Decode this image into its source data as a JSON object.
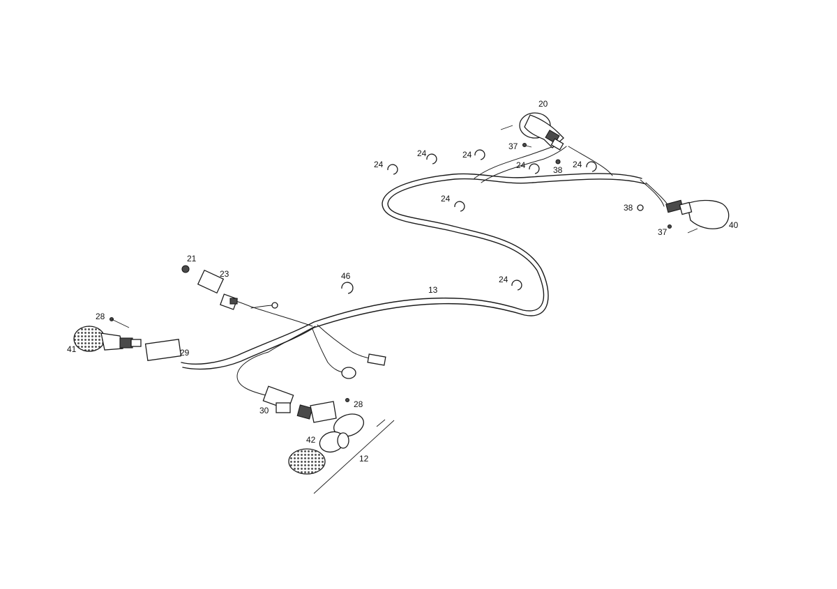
{
  "callouts": {
    "c20": "20",
    "c37a": "37",
    "c38a": "38",
    "c24a": "24",
    "c24b": "24",
    "c24c": "24",
    "c24d": "24",
    "c24e": "24",
    "c24f": "24",
    "c24g": "24",
    "c38b": "38",
    "c37b": "37",
    "c40": "40",
    "c21": "21",
    "c23": "23",
    "c46": "46",
    "c13": "13",
    "c28a": "28",
    "c41": "41",
    "c29": "29",
    "c30": "30",
    "c28b": "28",
    "c42": "42",
    "c12": "12"
  }
}
